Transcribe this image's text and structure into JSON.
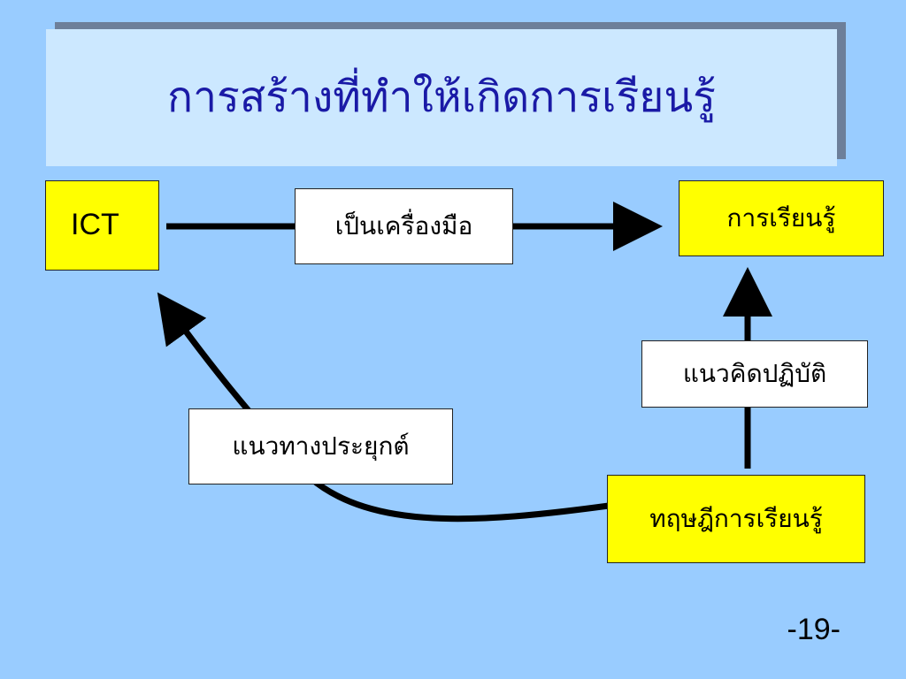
{
  "slide": {
    "title": "การสร้างที่ทำให้เกิดการเรียนรู้",
    "page_number": "-19-"
  },
  "nodes": {
    "ict": "ICT",
    "tool": "เป็นเครื่องมือ",
    "learning": "การเรียนรู้",
    "concept": "แนวคิดปฏิบัติ",
    "application": "แนวทางประยุกต์",
    "theory": "ทฤษฎีการเรียนรู้"
  },
  "colors": {
    "background": "#99ccff",
    "title_box": "#cce8ff",
    "title_text": "#1a1aa6",
    "highlight_box": "#ffff00",
    "label_box": "#ffffff",
    "arrow": "#000000"
  }
}
